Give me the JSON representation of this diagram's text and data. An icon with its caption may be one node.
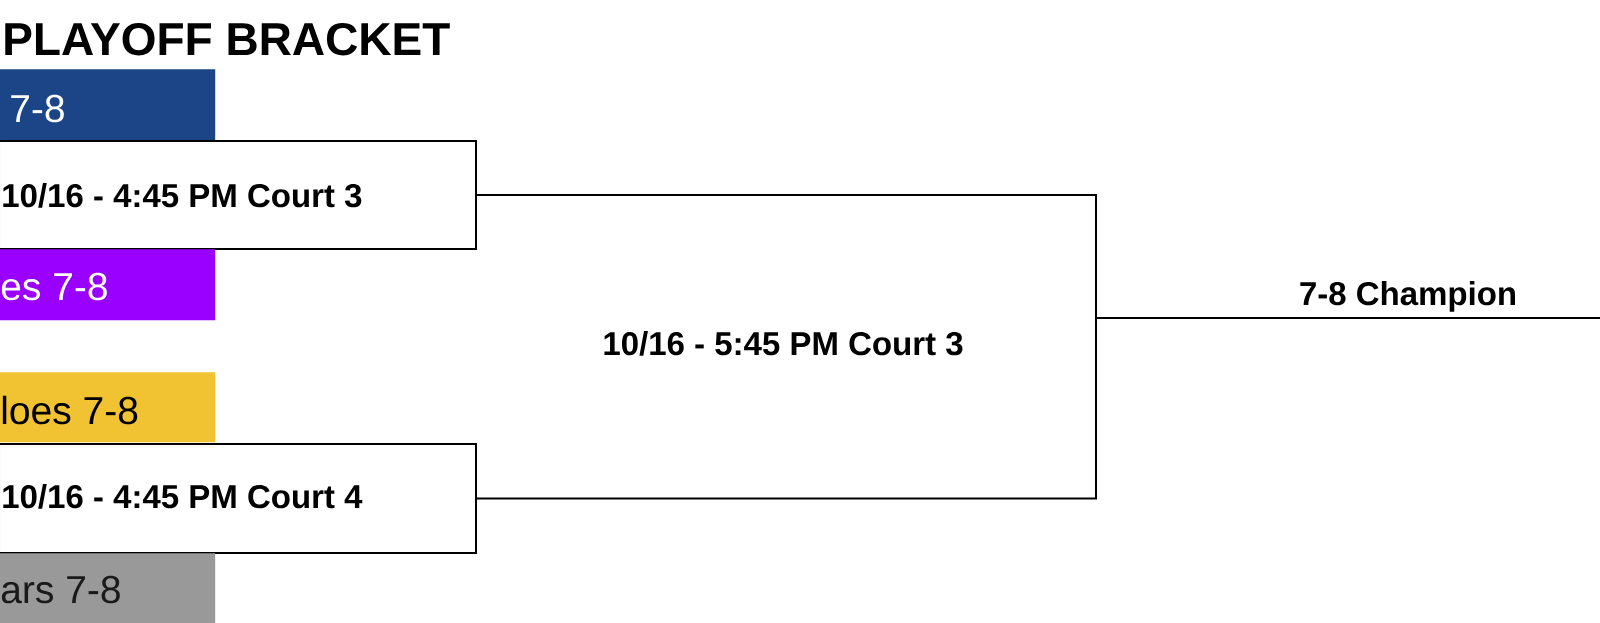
{
  "diagram": {
    "title": "PLAYOFF BRACKET",
    "nodes": [
      {
        "text": [
          "7-8"
        ]
      },
      {
        "text": [
          "10/16 - 4:45 PM Court 3"
        ]
      },
      {
        "text": [
          "es 7-8"
        ]
      },
      {
        "text": [
          "loes 7-8"
        ]
      },
      {
        "text": [
          "10/16 - 4:45 PM Court 4"
        ]
      },
      {
        "text": [
          "ars 7-8"
        ]
      },
      {
        "text": [
          "7-8 Champion"
        ]
      }
    ],
    "edges": [
      {
        "from": 1,
        "to": 6,
        "arrow": "none"
      },
      {
        "from": 4,
        "to": 6,
        "arrow": "none"
      }
    ],
    "labels": [
      "10/16 - 5:45 PM Court 3"
    ]
  }
}
